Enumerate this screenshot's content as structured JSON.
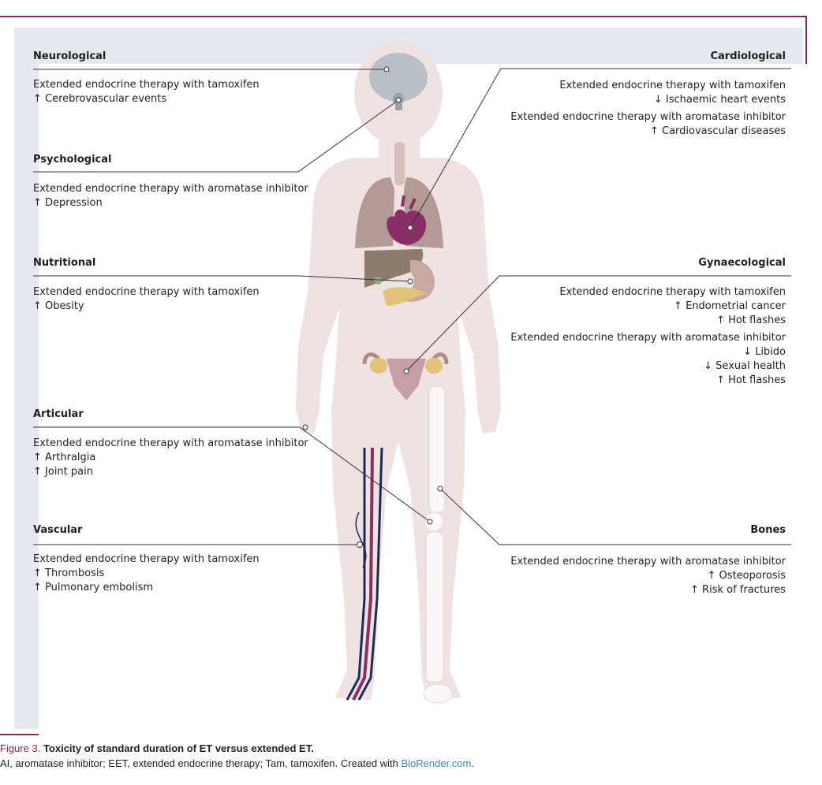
{
  "sections": {
    "neurological": {
      "title": "Neurological",
      "therapy": "Extended endocrine therapy with tamoxifen",
      "effects": [
        "↑ Cerebrovascular events"
      ]
    },
    "psychological": {
      "title": "Psychological",
      "therapy": "Extended endocrine therapy with aromatase inhibitor",
      "effects": [
        "↑ Depression"
      ]
    },
    "nutritional": {
      "title": "Nutritional",
      "therapy": "Extended endocrine therapy with tamoxifen",
      "effects": [
        "↑ Obesity"
      ]
    },
    "articular": {
      "title": "Articular",
      "therapy": "Extended endocrine therapy with aromatase inhibitor",
      "effects": [
        "↑ Arthralgia",
        "↑ Joint pain"
      ]
    },
    "vascular": {
      "title": "Vascular",
      "therapy": "Extended endocrine therapy with tamoxifen",
      "effects": [
        "↑ Thrombosis",
        "↑ Pulmonary embolism"
      ]
    },
    "cardiological": {
      "title": "Cardiological",
      "therapy1": "Extended endocrine therapy with tamoxifen",
      "effects1": [
        "↓ Ischaemic heart events"
      ],
      "therapy2": "Extended endocrine therapy with aromatase inhibitor",
      "effects2": [
        "↑ Cardiovascular diseases"
      ]
    },
    "gynaecological": {
      "title": "Gynaecological",
      "therapy1": "Extended endocrine therapy with tamoxifen",
      "effects1": [
        "↑ Endometrial cancer",
        "↑ Hot flashes"
      ],
      "therapy2": "Extended endocrine therapy with aromatase inhibitor",
      "effects2": [
        "↓ Libido",
        "↓ Sexual health",
        "↑ Hot flashes"
      ]
    },
    "bones": {
      "title": "Bones",
      "therapy": "Extended endocrine therapy with aromatase inhibitor",
      "effects": [
        "↑ Osteoporosis",
        "↑ Risk of fractures"
      ]
    }
  },
  "caption": {
    "label": "Figure 3.",
    "title": "Toxicity of standard duration of ET versus extended ET.",
    "note": "AI, aromatase inhibitor; EET, extended endocrine therapy; Tam, tamoxifen. Created with ",
    "link": "BioRender.com",
    "end": "."
  },
  "colors": {
    "frame": "#7a2a5c",
    "panel": "#e6e8ef",
    "body": "#f0e2e1",
    "lung": "#b39a95",
    "heart": "#8a2f66",
    "liver": "#8b7c6e",
    "stomach": "#c8a9a2",
    "pancreas": "#e0c279",
    "brain": "#b9c0c5",
    "artery": "#8a2f66",
    "vein": "#1c2a5a"
  }
}
